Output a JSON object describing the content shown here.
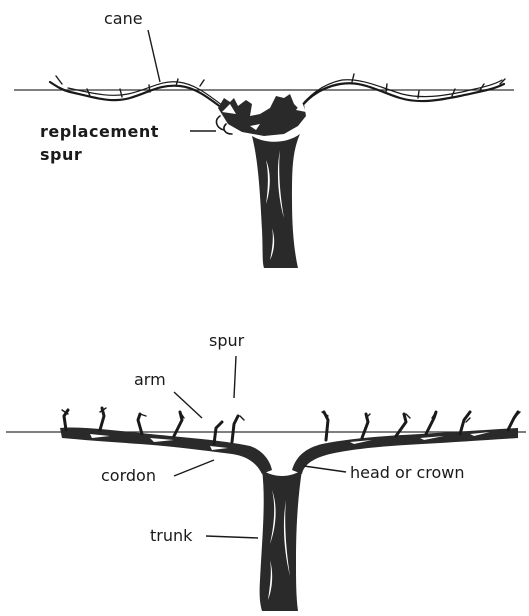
{
  "top_diagram": {
    "labels": {
      "cane": "cane",
      "replacement_spur_line1": "replacement",
      "replacement_spur_line2": "spur"
    }
  },
  "bottom_diagram": {
    "labels": {
      "spur": "spur",
      "arm": "arm",
      "cordon": "cordon",
      "head_or_crown": "head or crown",
      "trunk": "trunk"
    }
  },
  "colors": {
    "ink": "#1a1a1a",
    "background": "#ffffff"
  }
}
